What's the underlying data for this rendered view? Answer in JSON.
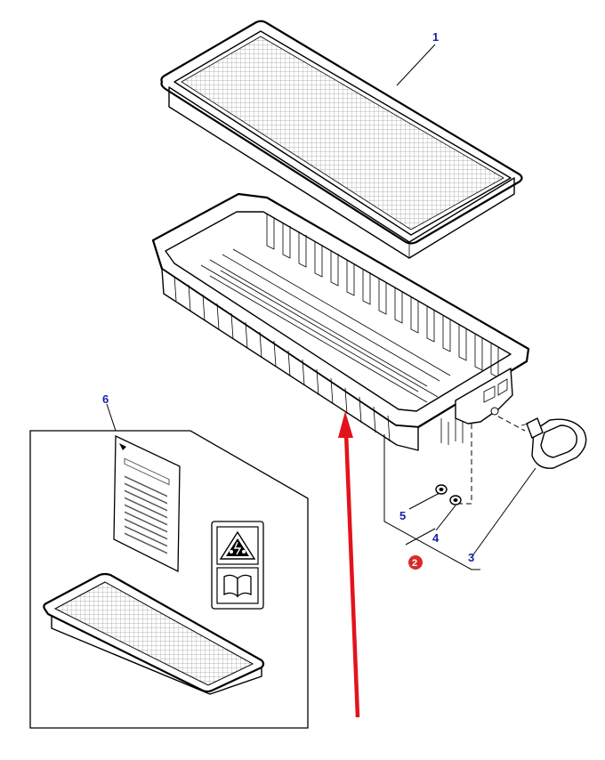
{
  "callouts": {
    "c1": "1",
    "c2": "2",
    "c3": "3",
    "c4": "4",
    "c5": "5",
    "c6": "6"
  },
  "colors": {
    "callout_text": "#1a22a8",
    "callout_red": "#d62b2b",
    "arrow": "#e3131b",
    "line": "#000000"
  },
  "icons": {
    "warning": "warning-triangle-icon",
    "manual": "open-book-icon"
  }
}
